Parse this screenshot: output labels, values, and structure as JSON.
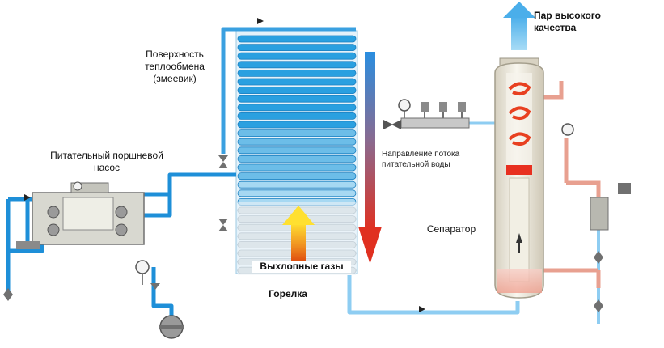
{
  "labels": {
    "high_quality_steam": "Пар высокого качества",
    "heat_exchange_surface": "Поверхность теплообмена (змеевик)",
    "feed_pump": "Питательный поршневой насос",
    "feedwater_flow_direction": "Направление потока питательной воды",
    "separator": "Сепаратор",
    "exhaust_gases": "Выхлопные газы",
    "burner": "Горелка"
  },
  "colors": {
    "water_pipe": "#1e8fd8",
    "water_pipe_light": "#8ecdf2",
    "steam_pipe": "#e8a090",
    "coil_dark": "#2aa0e0",
    "coil_light": "#c8e8f8",
    "flame_top": "#ffe030",
    "flame_bottom": "#e05010",
    "flow_arrow_top": "#2a8ee0",
    "flow_arrow_bottom": "#e03020",
    "steam_arrow": "#7ac8f0",
    "separator_body": "#f0ece0",
    "swirl": "#e84020",
    "component_gray": "#8a8a8a"
  }
}
